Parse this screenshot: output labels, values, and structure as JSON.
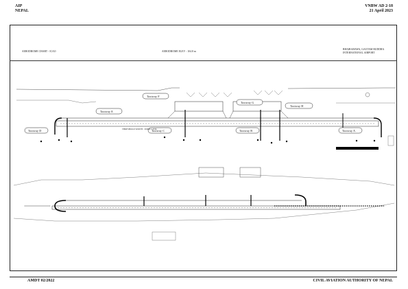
{
  "header": {
    "left_line1": "AIP",
    "left_line2": "NEPAL",
    "right_line1": "VNBW AD 2-18",
    "right_line2": "21 April 2023"
  },
  "chart": {
    "title": "AERODROME CHART - ICAO",
    "elevation": "AERODROME ELEV : 104.8 m",
    "airport_line1": "BHAIRAHAWA, GAUTAM BUDDHA",
    "airport_line2": "INTERNATIONAL AIRPORT",
    "runway_label": "THRESHOLD WIDTH : 3000m x 45m"
  },
  "taxiways": [
    {
      "label": "Taxiway F"
    },
    {
      "label": "Taxiway G"
    },
    {
      "label": "Taxiway H"
    },
    {
      "label": "Taxiway E"
    },
    {
      "label": "Taxiway D"
    },
    {
      "label": "Taxiway C"
    },
    {
      "label": "Taxiway B"
    },
    {
      "label": "Taxiway A"
    }
  ],
  "footer": {
    "left": "AMDT 02/2022",
    "right": "CIVIL AVIATION AUTHORITY OF NEPAL"
  },
  "colors": {
    "ink": "#111111",
    "paper": "#ffffff"
  }
}
